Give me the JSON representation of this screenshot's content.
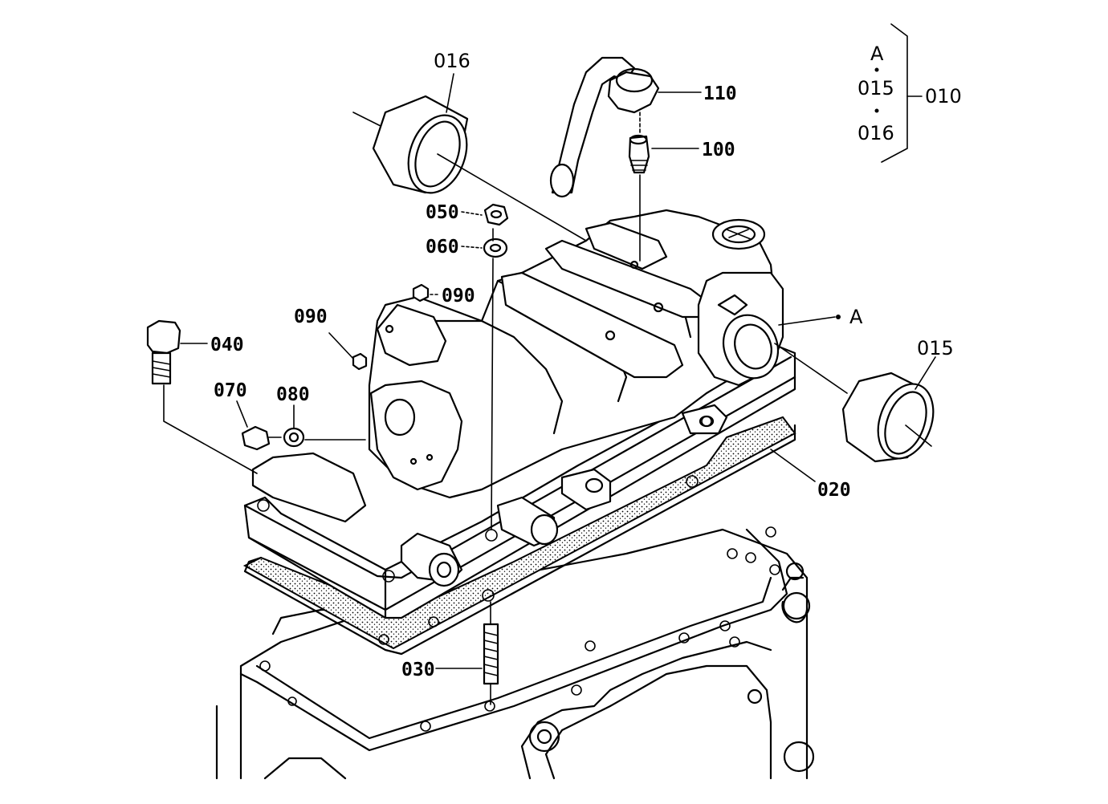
{
  "diagram": {
    "callouts": {
      "c016": "016",
      "c110": "110",
      "c100": "100",
      "c050": "050",
      "c060": "060",
      "c090a": "090",
      "c090b": "090",
      "c040": "040",
      "c070": "070",
      "c080": "080",
      "c015": "015",
      "c020": "020",
      "c030": "030",
      "cA": "A"
    },
    "assembly_bracket": {
      "items": [
        "A",
        "015",
        "016"
      ],
      "group_label": "010"
    }
  }
}
